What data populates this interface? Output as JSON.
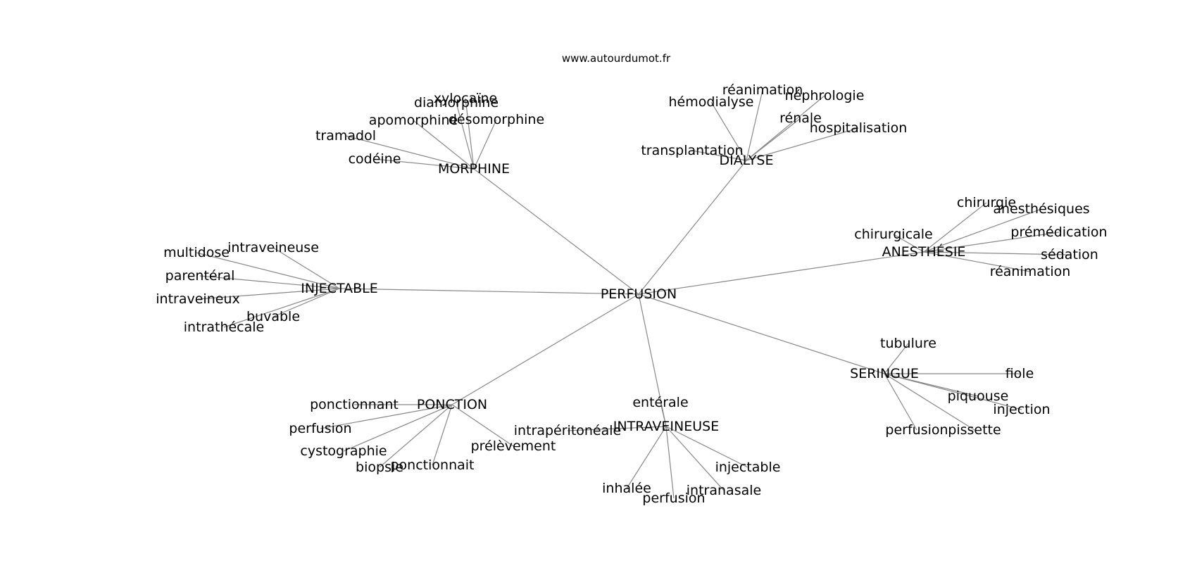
{
  "source": "www.autourdumot.fr",
  "colors": {
    "edge": "#888888",
    "text": "#000000",
    "background": "#ffffff"
  },
  "graph": {
    "center": "PERFUSION",
    "hubs": [
      {
        "id": "morphine",
        "label": "MORPHINE",
        "leaves": [
          "diamorphine",
          "xylocaïne",
          "apomorphine",
          "désomorphine",
          "tramadol",
          "codéine"
        ]
      },
      {
        "id": "dialyse",
        "label": "DIALYSE",
        "leaves": [
          "réanimation",
          "hémodialyse",
          "néphrologie",
          "rénale",
          "hospitalisation",
          "transplantation"
        ]
      },
      {
        "id": "anesthesie",
        "label": "ANESTHÉSIE",
        "leaves": [
          "chirurgie",
          "anesthésiques",
          "chirurgicale",
          "prémédication",
          "sédation",
          "réanimation"
        ]
      },
      {
        "id": "injectable",
        "label": "INJECTABLE",
        "leaves": [
          "intraveineuse",
          "multidose",
          "parentéral",
          "intraveineux",
          "buvable",
          "intrathécale"
        ]
      },
      {
        "id": "seringue",
        "label": "SERINGUE",
        "leaves": [
          "tubulure",
          "fiole",
          "piquouse",
          "injection",
          "perfusion",
          "pissette"
        ]
      },
      {
        "id": "ponction",
        "label": "PONCTION",
        "leaves": [
          "ponctionnant",
          "perfusion",
          "cystographie",
          "biopsie",
          "ponctionnait",
          "prélèvement"
        ]
      },
      {
        "id": "intraveineuse",
        "label": "INTRAVEINEUSE",
        "leaves": [
          "entérale",
          "intrapéritonéale",
          "injectable",
          "inhalée",
          "perfusion",
          "intranasale"
        ]
      }
    ]
  }
}
